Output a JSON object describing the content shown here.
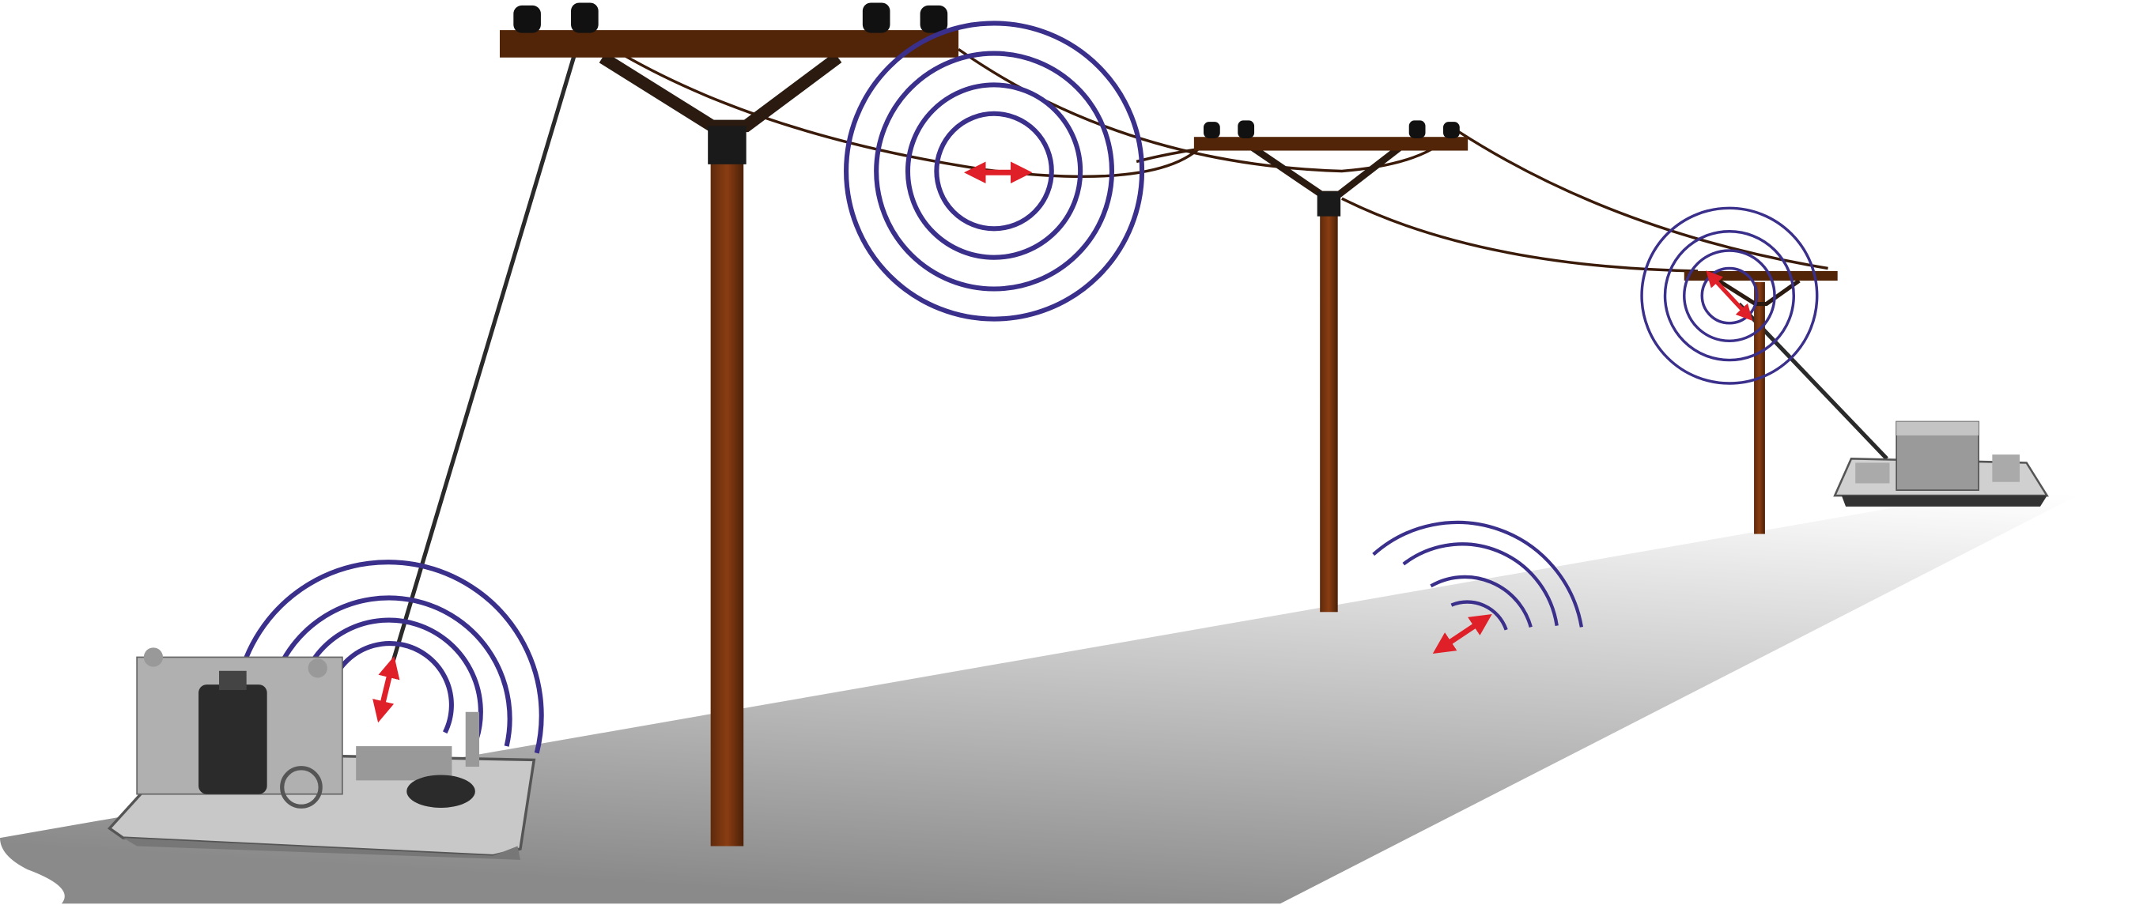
{
  "scene": {
    "description_shown": false
  },
  "colors": {
    "background": "#ffffff",
    "ground_light": "#ffffff",
    "ground_dark": "#8a8a8a",
    "pole_wood": "#6e3210",
    "crossarm": "#522408",
    "insulator": "#111111",
    "wire": "#2a2a2a",
    "wave": "#3a2f8a",
    "arrow": "#e02028",
    "device_metal": "#b8b8b8",
    "device_dark": "#2b2b2b"
  },
  "icons": {
    "poles": [
      "utility-pole",
      "utility-pole",
      "utility-pole"
    ],
    "devices": [
      "telegraph-key-sounder",
      "telegraph-relay"
    ],
    "waves": [
      "concentric-wave",
      "concentric-wave",
      "arc-wave",
      "arc-wave"
    ],
    "arrows": [
      "double-arrow",
      "double-arrow",
      "double-arrow",
      "double-arrow"
    ]
  }
}
